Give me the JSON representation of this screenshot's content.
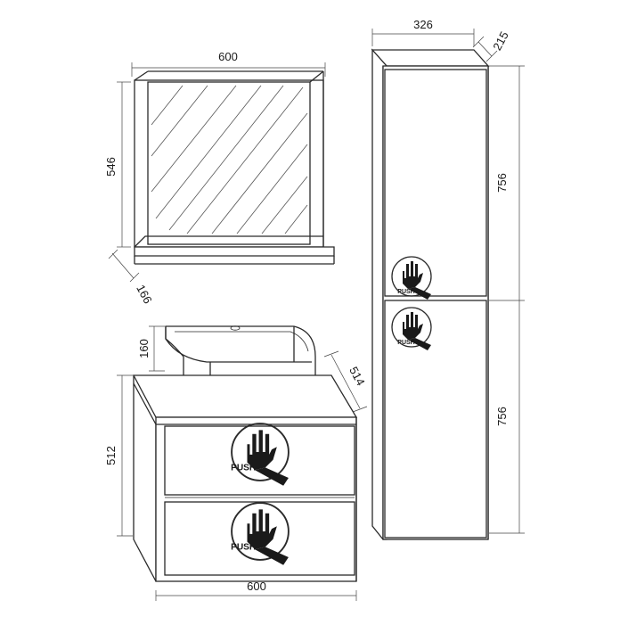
{
  "dimensions": {
    "mirror_width": "600",
    "mirror_height": "546",
    "mirror_depth": "166",
    "basin_height": "160",
    "basin_depth": "514",
    "vanity_height": "512",
    "vanity_width": "600",
    "tall_width": "326",
    "tall_depth": "215",
    "tall_upper_height": "756",
    "tall_lower_height": "756"
  },
  "push_labels": {
    "drawer_top": "PUSH",
    "drawer_bottom": "PUSH",
    "tall_upper": "PUSH",
    "tall_lower": "PUSH"
  }
}
